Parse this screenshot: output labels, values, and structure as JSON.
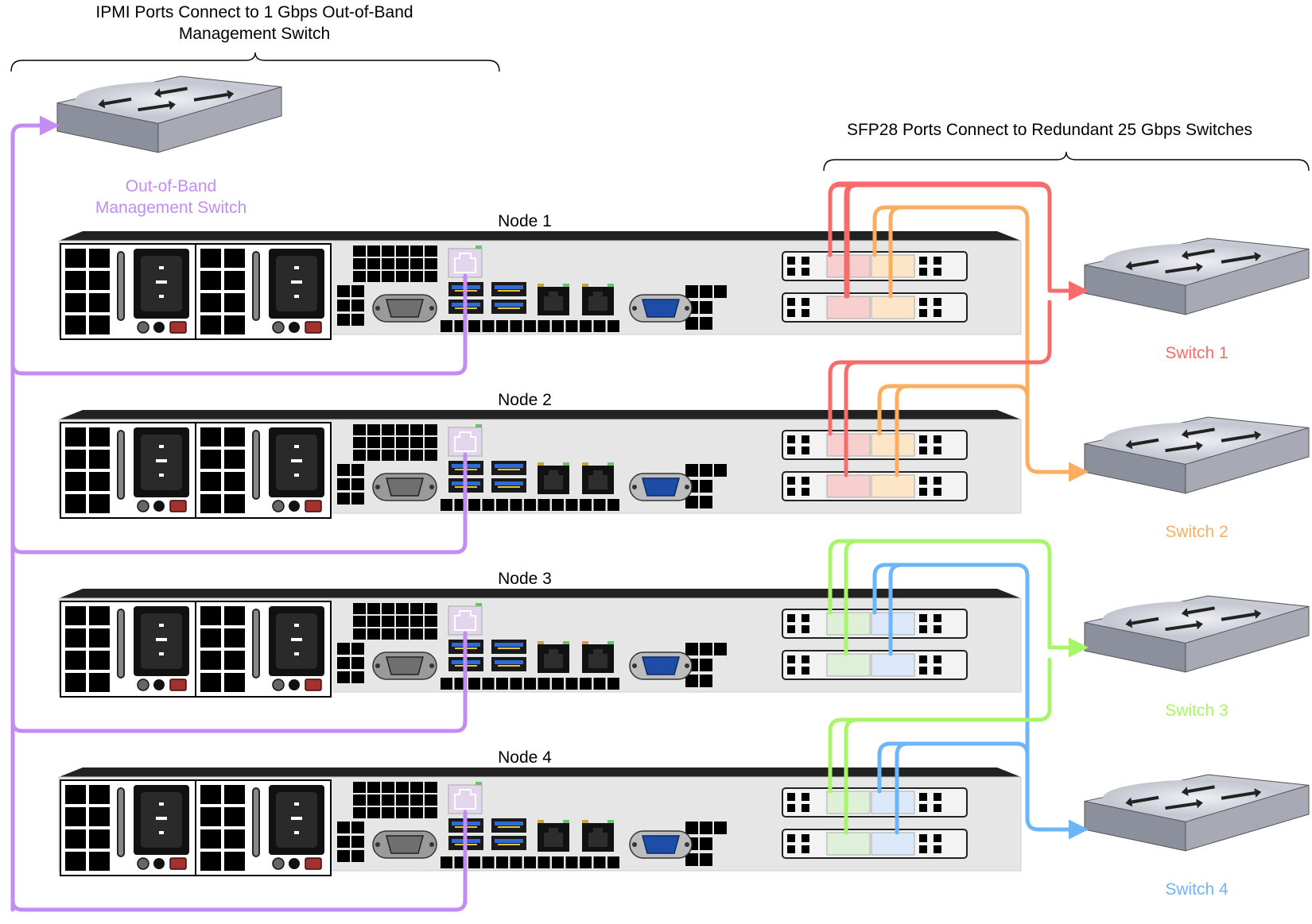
{
  "annotations": {
    "ipmi_brace": "IPMI Ports Connect to 1 Gbps Out-of-Band Management Switch",
    "sfp_brace": "SFP28 Ports Connect to Redundant 25 Gbps Switches"
  },
  "oob_switch": {
    "label": "Out-of-Band Management Switch",
    "color": "#c38cf5"
  },
  "nodes": [
    {
      "label": "Node 1"
    },
    {
      "label": "Node 2"
    },
    {
      "label": "Node 3"
    },
    {
      "label": "Node 4"
    }
  ],
  "switches": [
    {
      "label": "Switch 1",
      "color": "#f86b6b",
      "port_fill": "#f8cfcf"
    },
    {
      "label": "Switch 2",
      "color": "#fbae5f",
      "port_fill": "#fde6c8"
    },
    {
      "label": "Switch 3",
      "color": "#a8f56a",
      "port_fill": "#dff0d8"
    },
    {
      "label": "Switch 4",
      "color": "#6cb5f8",
      "port_fill": "#dce9fb"
    }
  ],
  "colors": {
    "chassis": "#e6e6e6",
    "chassis_top": "#222222",
    "ipmi_port": "#e4d5ef",
    "switch_body": "#b7bbc8",
    "switch_top": "#dfe0e6"
  }
}
